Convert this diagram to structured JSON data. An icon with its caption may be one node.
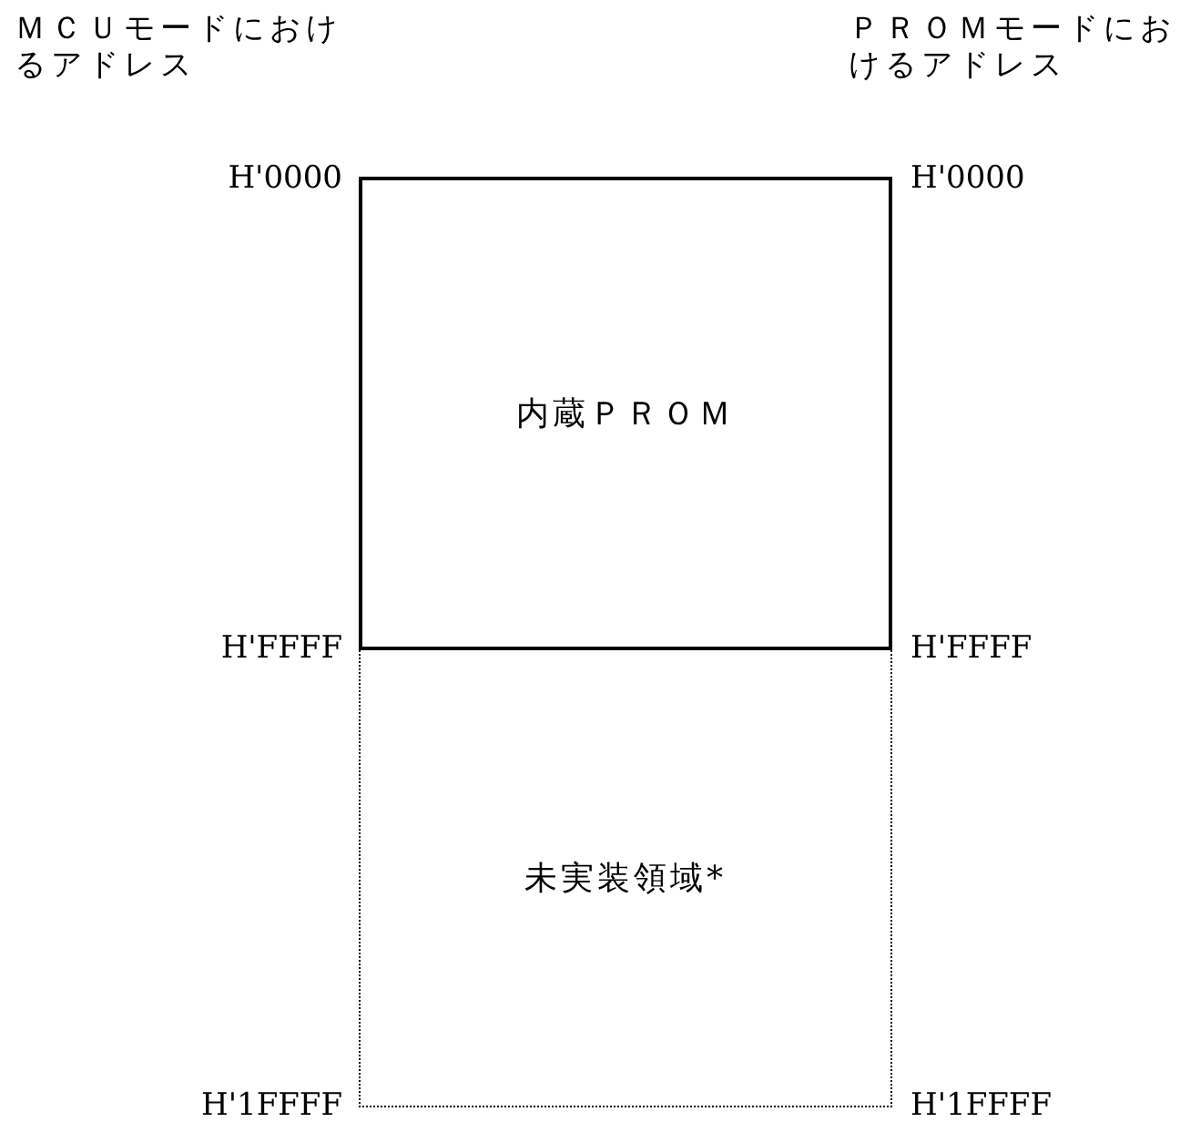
{
  "diagram": {
    "nodes": [
      {
        "text": [
          "内蔵ＰＲＯＭ"
        ]
      },
      {
        "text": [
          "未実装領域*"
        ]
      }
    ],
    "labels": [
      "ＭＣＵモードにおけるアドレス",
      "ＰＲＯＭモードにおけるアドレス",
      "H'0000",
      "H'0000",
      "H'FFFF",
      "H'FFFF",
      "H'1FFFF",
      "H'1FFFF"
    ]
  }
}
